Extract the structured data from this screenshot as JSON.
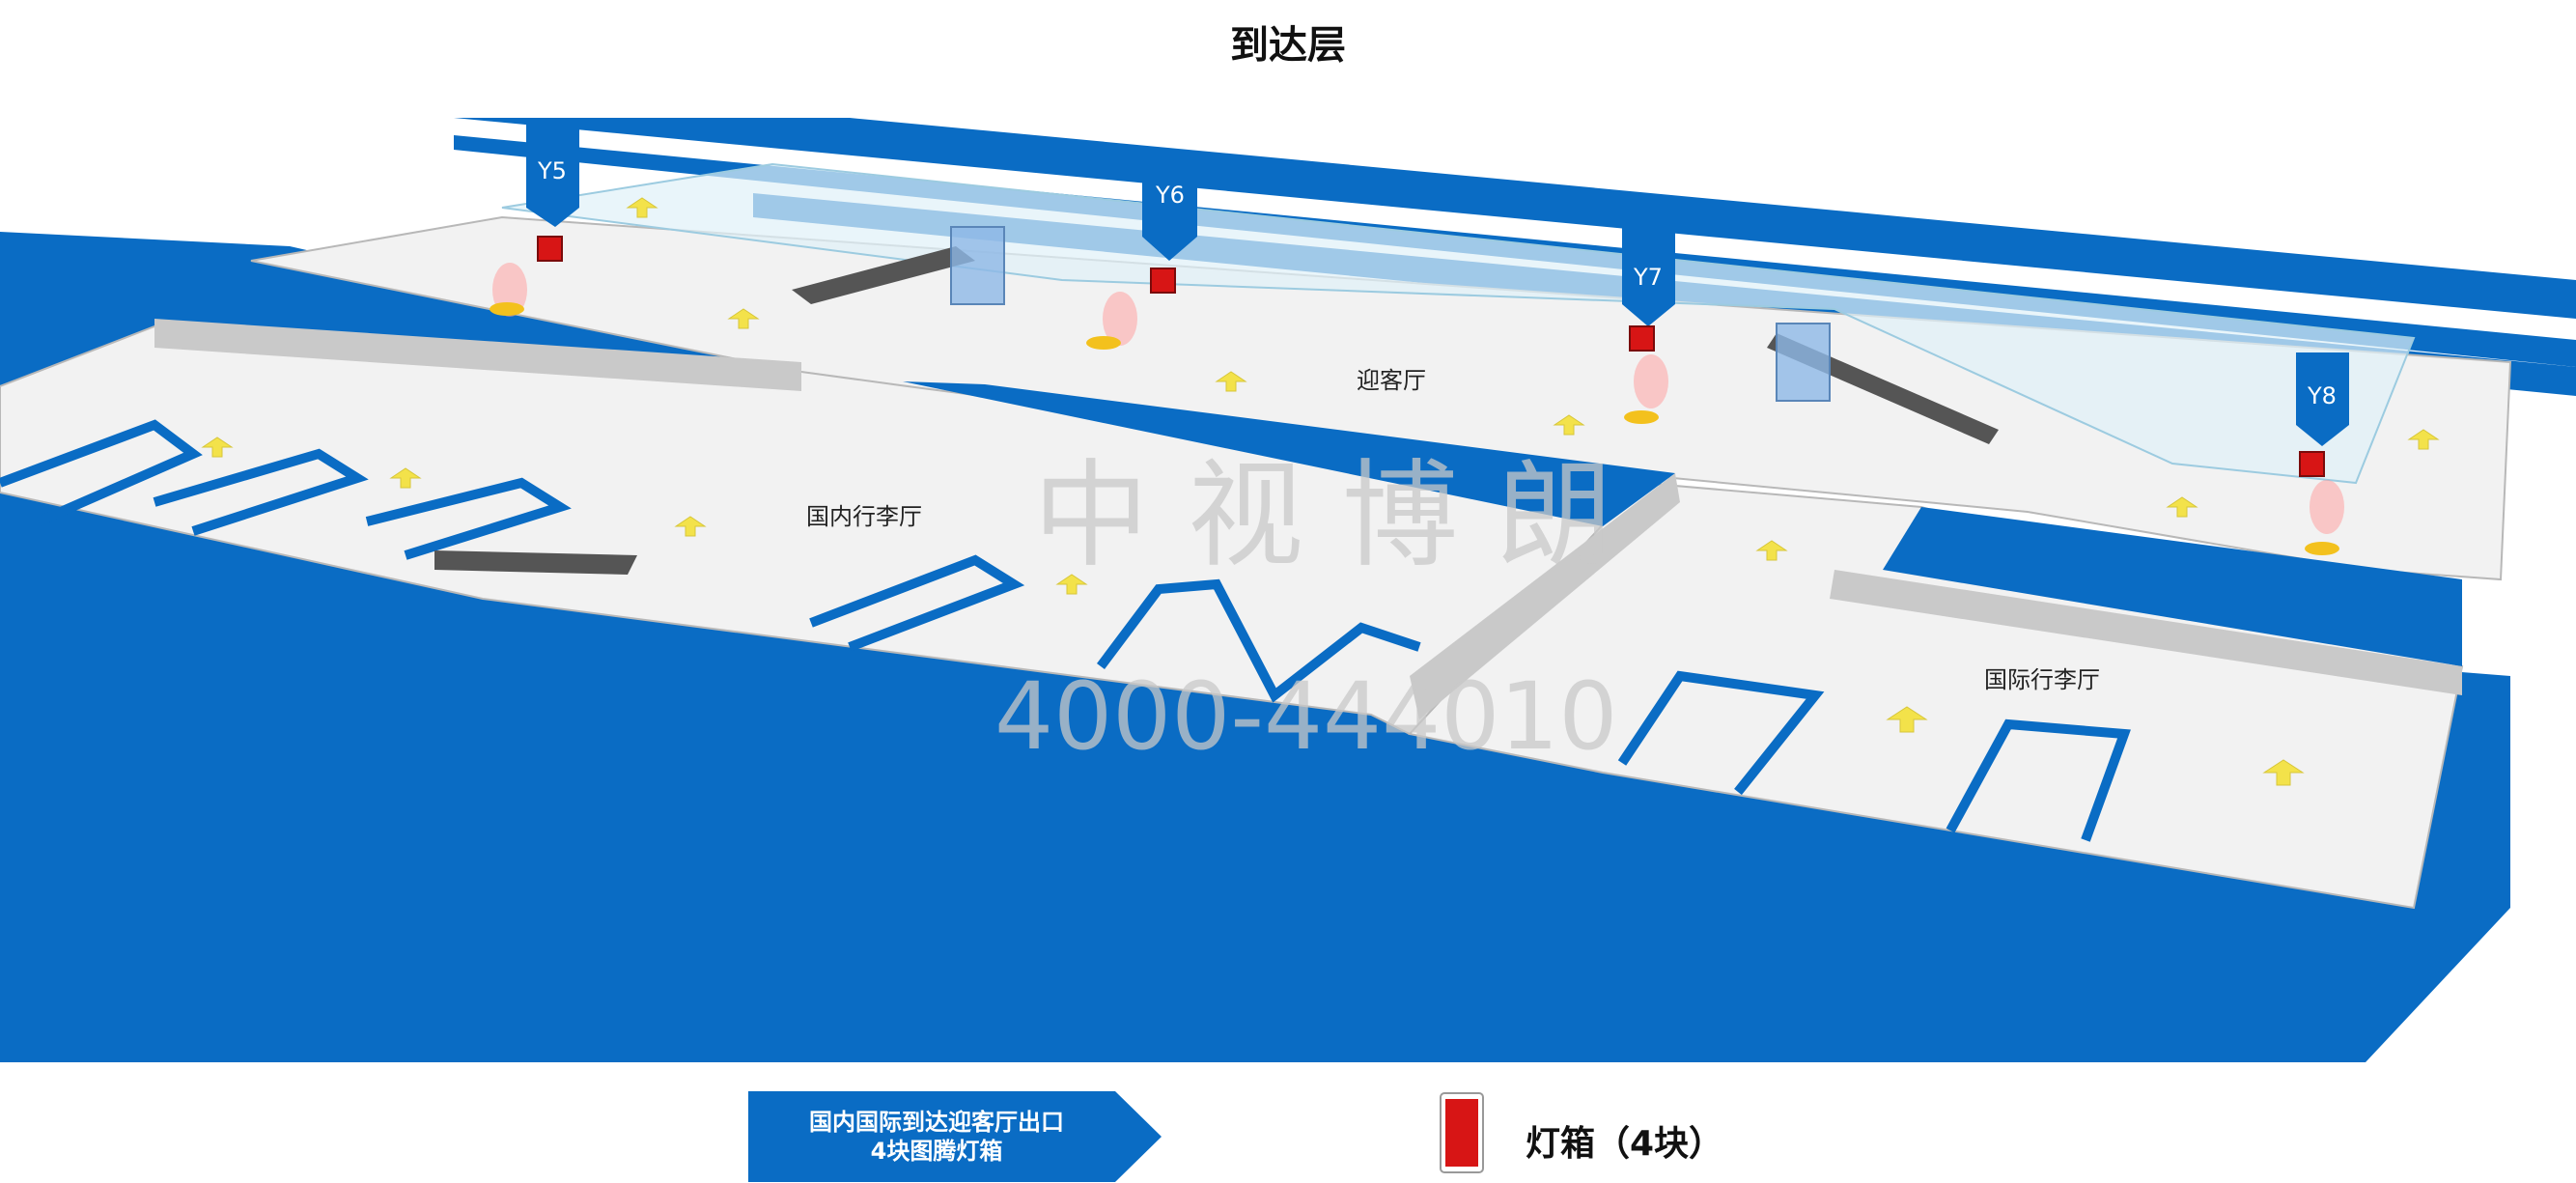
{
  "title": "到达层",
  "zones": {
    "greeting_hall": "迎客厅",
    "domestic_baggage": "国内行李厅",
    "international_baggage": "国际行李厅"
  },
  "watermark": {
    "name": "中视博朗",
    "phone": "4000-444010"
  },
  "markers": [
    {
      "id": "Y5"
    },
    {
      "id": "Y6"
    },
    {
      "id": "Y7"
    },
    {
      "id": "Y8"
    }
  ],
  "legend": {
    "location_line1": "国内国际到达迎客厅出口",
    "location_line2": "4块图腾灯箱",
    "lightbox_label": "灯箱（4块）"
  },
  "colors": {
    "blue": "#0a6cc4",
    "floor": "#f2f2f2",
    "wall": "#c9c9c9",
    "lightbox_red": "#d71515",
    "arrow_yellow": "#f3e24a"
  }
}
